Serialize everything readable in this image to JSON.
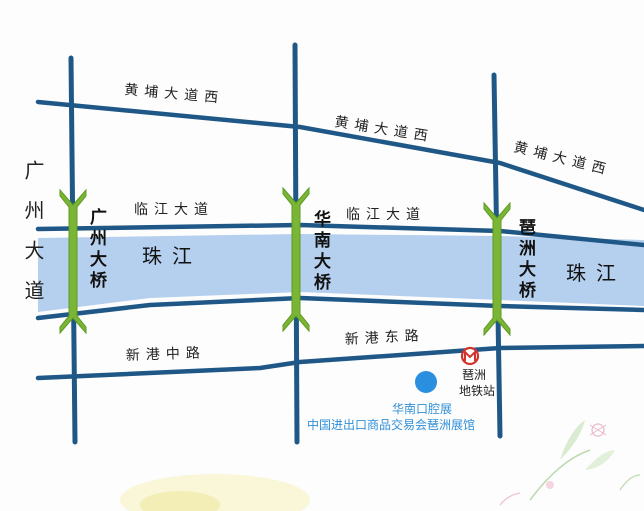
{
  "map": {
    "colors": {
      "road": "#1f5887",
      "river": "#b5cfee",
      "bridge": "#7ab535",
      "metro": "#d4322c",
      "venue_dot": "#2b8fe0",
      "venue_text": "#2f8fd8"
    },
    "roads": {
      "huangpu_west": "黄埔大道西",
      "linjiang": "临江大道",
      "xingang_zhong": "新港中路",
      "xingang_dong": "新港东路",
      "guangzhou_dadao": "广州大道"
    },
    "river": {
      "name": "珠江"
    },
    "bridges": {
      "guangzhou": "广州大桥",
      "huanan": "华南大桥",
      "pazhou": "琶洲大桥"
    },
    "metro": {
      "icon": "metro-logo-icon",
      "station_line1": "琶洲",
      "station_line2": "地铁站"
    },
    "venue": {
      "line1": "华南口腔展",
      "line2": "中国进出口商品交易会琶洲展馆"
    }
  }
}
